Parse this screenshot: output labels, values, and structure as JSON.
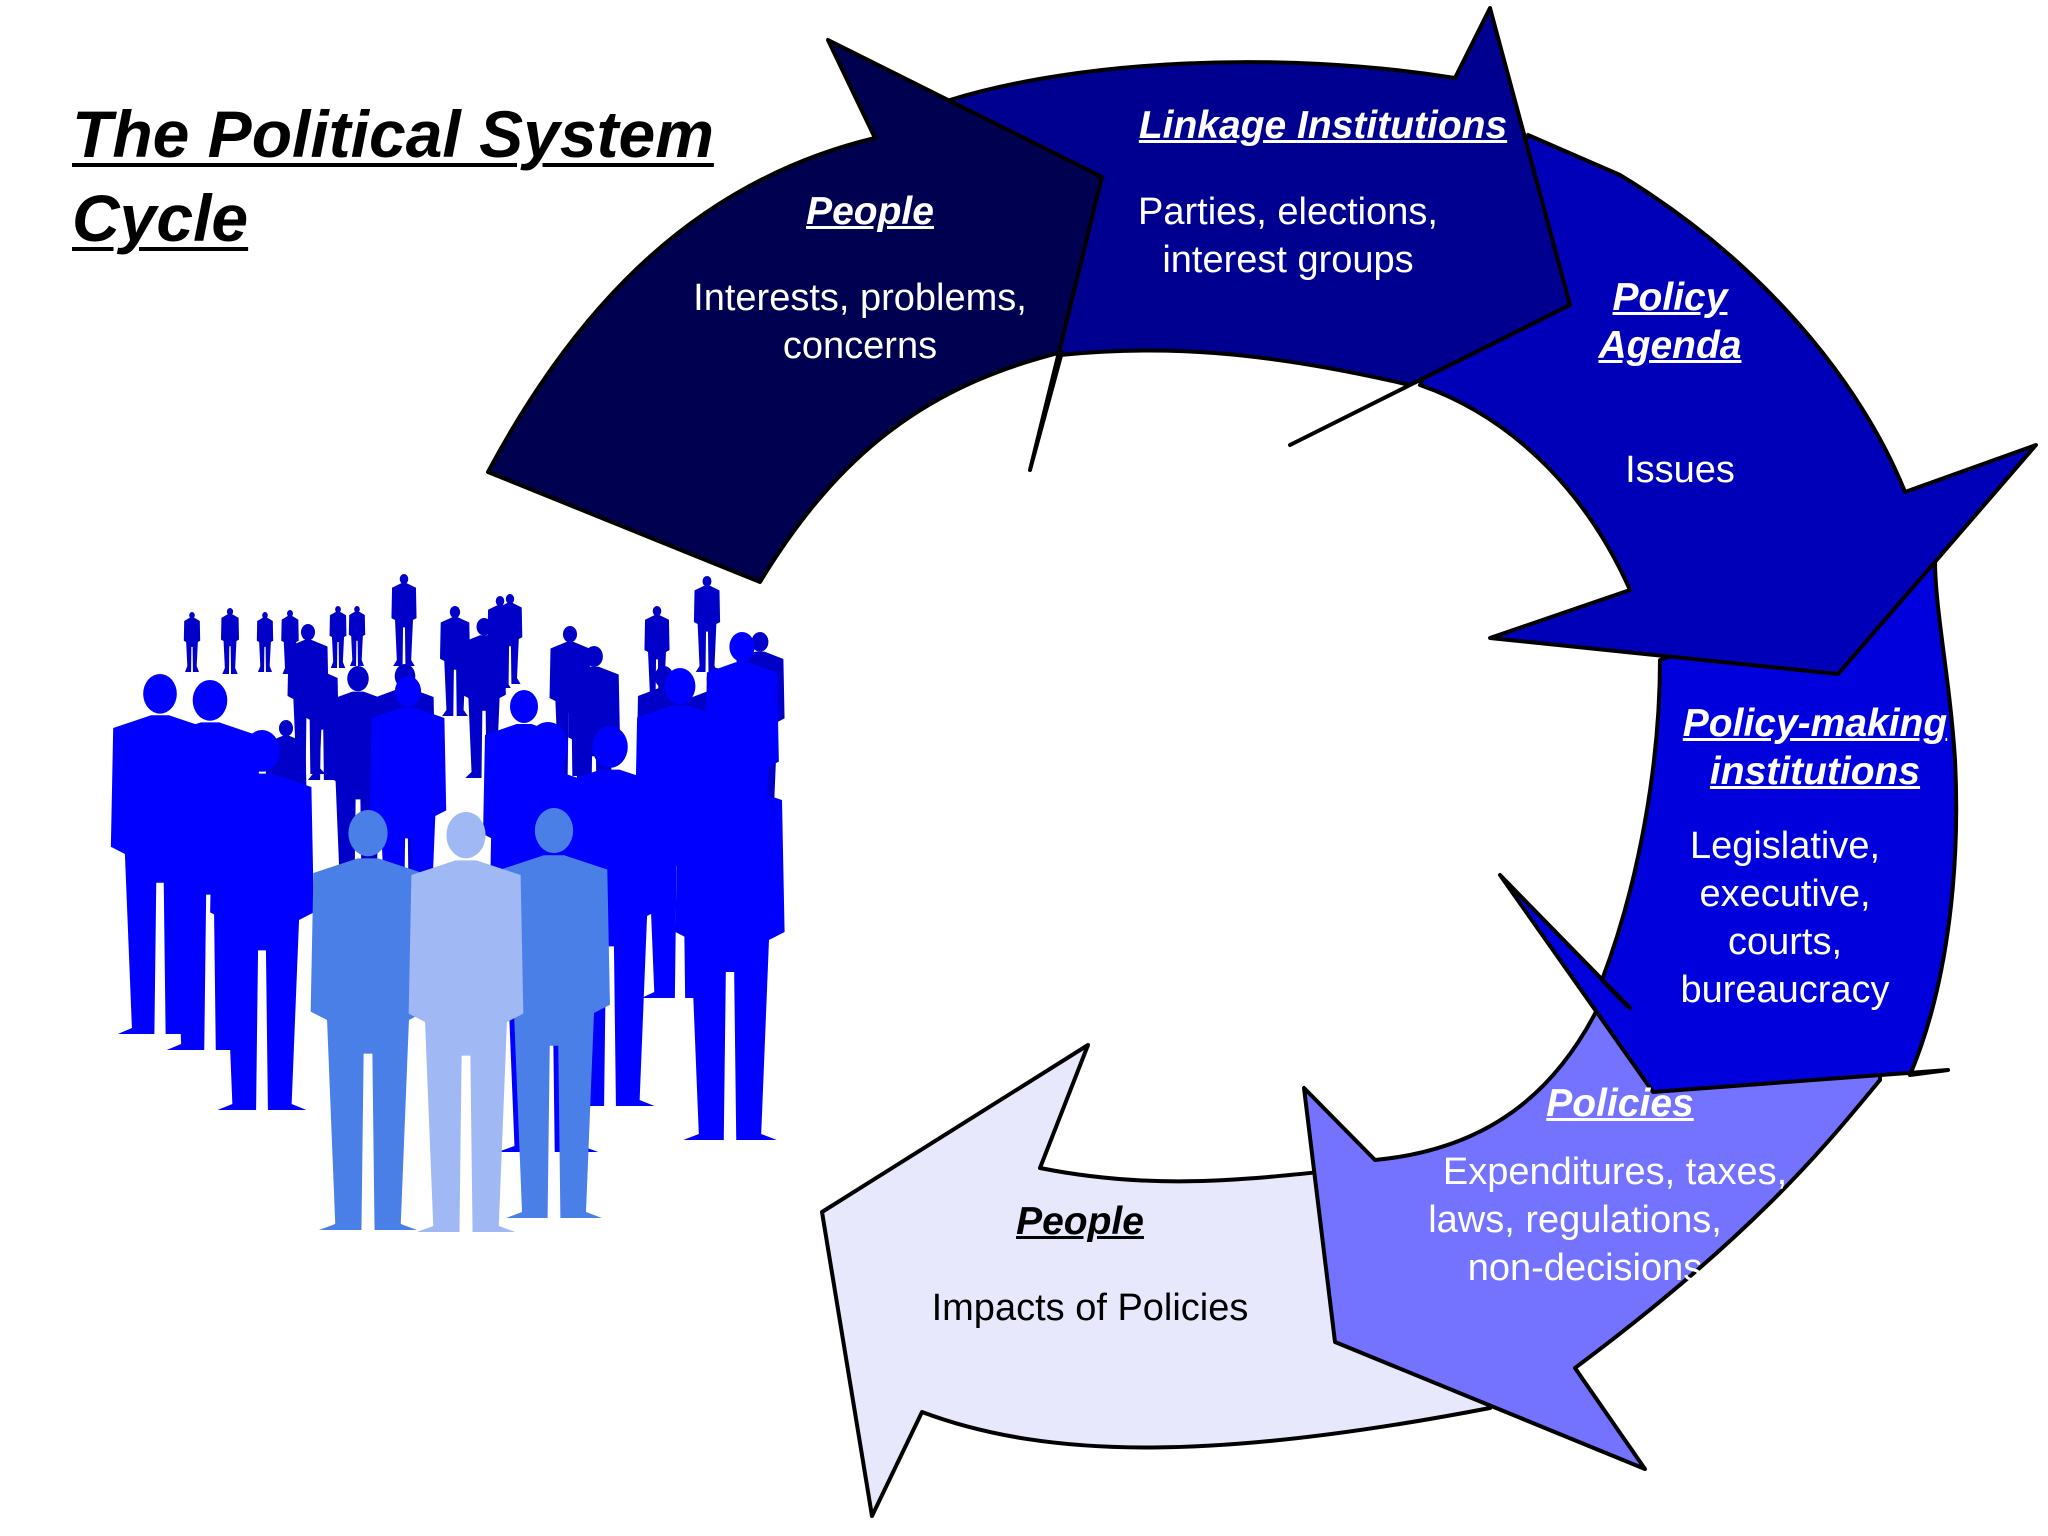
{
  "title": {
    "line1": "The Political System",
    "line2": "Cycle"
  },
  "stages": {
    "people_in": {
      "heading": "People",
      "line1": "Interests, problems,",
      "line2": "concerns"
    },
    "linkage": {
      "heading": "Linkage Institutions",
      "line1": "Parties, elections,",
      "line2": "interest groups"
    },
    "agenda": {
      "heading_line1": "Policy",
      "heading_line2": "Agenda",
      "line1": "Issues"
    },
    "policymaking": {
      "heading_line1": "Policy-making",
      "heading_line2": "institutions",
      "line1": "Legislative,",
      "line2": "executive,",
      "line3": "courts,",
      "line4": "bureaucracy"
    },
    "policies": {
      "heading": "Policies",
      "line1": "Expenditures, taxes,",
      "line2": "laws, regulations,",
      "line3": "non-decisions"
    },
    "people_out": {
      "heading": "People",
      "line1": "Impacts of Policies"
    }
  },
  "colors": {
    "people_in": "#000050",
    "linkage": "#000090",
    "agenda": "#0000b8",
    "policymaking": "#0000dc",
    "policies": "#7373ff",
    "people_out": "#e8e8fc",
    "crowd_dark": "#0000c8",
    "crowd_mid": "#0000ff",
    "crowd_light": "#4a7fe8",
    "crowd_pale": "#a0b8f4"
  }
}
